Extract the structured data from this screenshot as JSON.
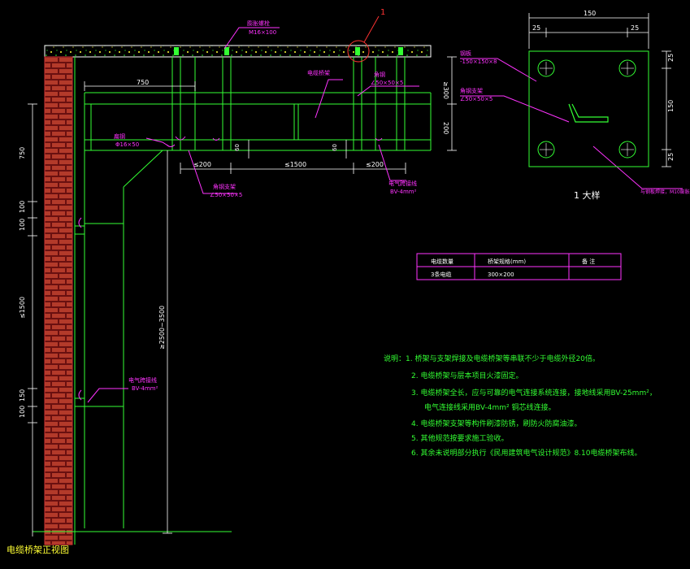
{
  "drawing": {
    "title": "电缆桥架正视图",
    "detail_title": "1 大样",
    "detail_marker": "1"
  },
  "labels": {
    "expansion_bolt": "膨胀螺栓",
    "bolt_size": "M16×100",
    "tray_label": "电缆桥架",
    "angle_steel": "角钢",
    "angle_size_top": "∠50×50×5",
    "angle_size_bottom": "∠50×50×5",
    "bonding_wire_label": "电气跨接线",
    "bonding_wire_spec": "BV-4mm²",
    "bonding_wire_label_2": "电气跨接线",
    "bonding_wire_spec_2": "BV-4mm²",
    "round_steel": "扁钢",
    "round_steel_spec": "Φ16×50",
    "angle_steel_2": "角钢支架",
    "angle_size_2": "∠50×50×5",
    "steel_plate": "钢板",
    "steel_plate_spec": "-150×150×8",
    "angle_steel_3": "角钢支架",
    "angle_size_3": "∠50×50×5",
    "detail_note": "与钢板焊接，M10膨胀螺栓"
  },
  "dimensions": {
    "d750_top": "750",
    "d300": "≥300",
    "d200_right": "200",
    "d200_left": "≤200",
    "d1500": "≤1500",
    "d200_right2": "≤200",
    "d60_a": "60",
    "d60_b": "60",
    "wall_750": "750",
    "wall_100a": "100",
    "wall_100b": "100",
    "wall_1500": "≤1500",
    "wall_150": "150",
    "wall_100c": "100",
    "vert_2500": "≥2500~3500",
    "det_150_top": "150",
    "det_25_l": "25",
    "det_25_r": "25",
    "det_25_t": "25",
    "det_150_side": "150",
    "det_25_b": "25"
  },
  "table": {
    "headers": [
      "电缆数量",
      "桥架规格(mm)",
      "备 注"
    ],
    "rows": [
      [
        "3条电缆",
        "300×200",
        ""
      ]
    ]
  },
  "notes": {
    "n1": "说明：1. 桥架与支架焊接及电缆桥架等串联不少于电缆外径20倍。",
    "n2": "2. 电缆桥架与层本项目火漆固定。",
    "n3": "3. 电缆桥架全长，应与可靠的电气连接系统连接，接地线采用BV-25mm²，",
    "n3b": "电气连接线采用BV-4mm² 铜芯线连接。",
    "n4": "4. 电缆桥架支架等构件刷漆防锈，刷防火防腐油漆。",
    "n5": "5. 其他规范按要求施工验收。",
    "n6": "6. 其余未说明部分执行《民用建筑电气设计规范》8.10电缆桥架布线。"
  },
  "colors": {
    "background": "#000000",
    "structure": "#33ff33",
    "dimension": "#ffffff",
    "leader": "#ff33ff",
    "wall": "#cc3333",
    "text_yellow": "#ffff33"
  }
}
